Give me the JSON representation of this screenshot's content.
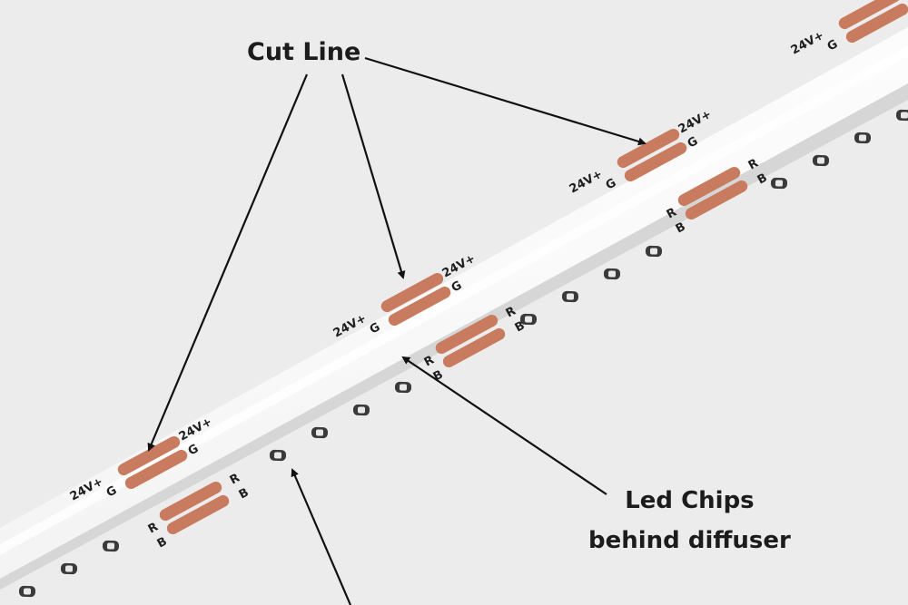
{
  "annotations": {
    "cut_line": "Cut Line",
    "led_chips_line1": "Led Chips",
    "led_chips_line2": "behind diffuser"
  },
  "pcb_markings": {
    "voltage": "24V+",
    "ground": "G",
    "red": "R",
    "blue": "B"
  },
  "colors": {
    "background": "#ececec",
    "strip": "#ffffff",
    "strip_edge": "#d9d9d9",
    "copper_pad": "#c87b5e",
    "led_chip": "#3a3a3a",
    "arrow": "#111111"
  }
}
